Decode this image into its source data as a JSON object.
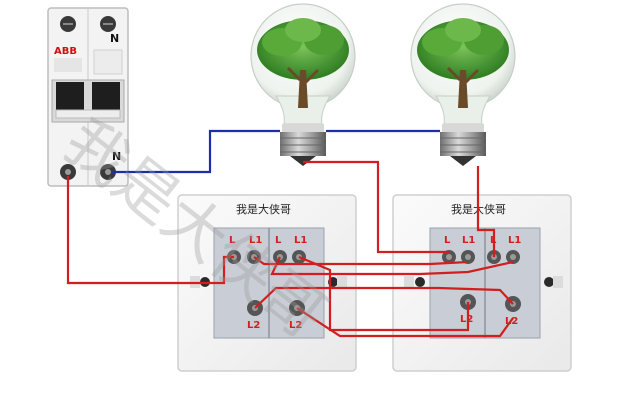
{
  "breaker": {
    "brand": "ABB",
    "pole_left_label": "",
    "pole_right_label": "N",
    "terminal_label": "N",
    "body_color": "#f4f4f4"
  },
  "switch_panels": [
    {
      "title": "我是大侠哥",
      "terminal_labels": [
        "L",
        "L1",
        "L",
        "L1"
      ],
      "lower_labels": [
        "L2",
        "L2"
      ]
    },
    {
      "title": "我是大侠哥",
      "terminal_labels": [
        "L",
        "L1",
        "L",
        "L1"
      ],
      "lower_labels": [
        "L2",
        "L2"
      ]
    }
  ],
  "watermark": "我是大侠哥",
  "colors": {
    "live_wire": "#d21e1e",
    "neutral_wire": "#1c2fa8",
    "terminal_label": "#d22020",
    "foliage": "#3d9a2a"
  },
  "icons": [
    "lightbulb-icon",
    "tree-icon",
    "screw-terminal-icon"
  ]
}
